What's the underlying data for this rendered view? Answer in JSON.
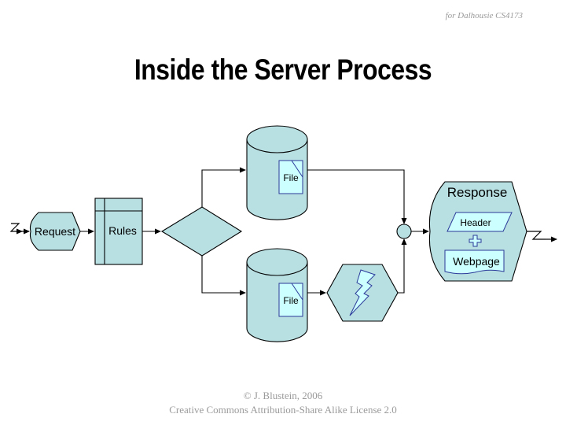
{
  "slide": {
    "header_note": "for Dalhousie CS4173",
    "title": "Inside the Server Process",
    "footer": {
      "line1": "© J. Blustein, 2006",
      "line2": "Creative Commons Attribution-Share Alike License 2.0"
    }
  },
  "colors": {
    "shape_fill": "#b8dfe2",
    "doc_fill": "#ccffff",
    "doc_stroke": "#2b3a9a",
    "line": "#000000"
  },
  "diagram": {
    "nodes": {
      "request": {
        "label": "Request",
        "shape": "display"
      },
      "rules": {
        "label": "Rules",
        "shape": "internal-storage"
      },
      "decision": {
        "label": "",
        "shape": "decision"
      },
      "db_top": {
        "label": "",
        "shape": "magnetic-disk",
        "doc_label": "File"
      },
      "db_bottom": {
        "label": "",
        "shape": "magnetic-disk",
        "doc_label": "File"
      },
      "process": {
        "label": "",
        "shape": "preparation",
        "icon": "lightning-icon"
      },
      "merge": {
        "label": "",
        "shape": "connector"
      },
      "response": {
        "label": "Response",
        "shape": "display",
        "header_label": "Header",
        "plus_icon": "plus-icon",
        "webpage_label": "Webpage"
      }
    },
    "edges": [
      {
        "from": "input",
        "to": "request"
      },
      {
        "from": "request",
        "to": "rules"
      },
      {
        "from": "rules",
        "to": "decision"
      },
      {
        "from": "decision",
        "to": "db_top"
      },
      {
        "from": "decision",
        "to": "db_bottom"
      },
      {
        "from": "db_top",
        "to": "merge"
      },
      {
        "from": "db_bottom",
        "to": "process"
      },
      {
        "from": "process",
        "to": "merge"
      },
      {
        "from": "merge",
        "to": "response"
      },
      {
        "from": "response",
        "to": "output"
      }
    ]
  }
}
